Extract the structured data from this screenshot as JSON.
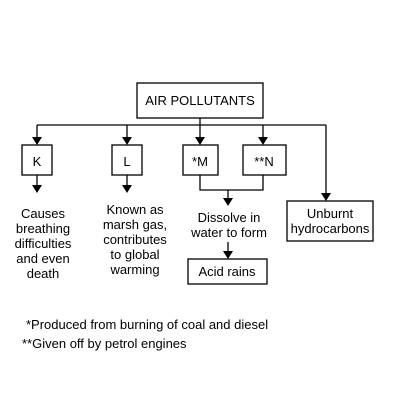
{
  "root": {
    "label": "AIR POLLUTANTS"
  },
  "nodes": {
    "k": {
      "label": "K",
      "desc": [
        "Causes",
        "breathing",
        "difficulties",
        "and even",
        "death"
      ]
    },
    "l": {
      "label": "L",
      "desc": [
        "Known as",
        "marsh gas,",
        "contributes",
        "to global",
        "warming"
      ]
    },
    "m": {
      "label": "*M"
    },
    "n": {
      "label": "**N"
    },
    "unburnt": {
      "label": [
        "Unburnt",
        "hydrocarbons"
      ]
    },
    "mn_effect": {
      "desc": [
        "Dissolve in",
        "water to form"
      ]
    },
    "acid": {
      "label": "Acid rains"
    }
  },
  "footnotes": [
    "*Produced from burning of coal and diesel",
    "**Given off by petrol engines"
  ],
  "colors": {
    "stroke": "#000000",
    "background": "#ffffff"
  }
}
